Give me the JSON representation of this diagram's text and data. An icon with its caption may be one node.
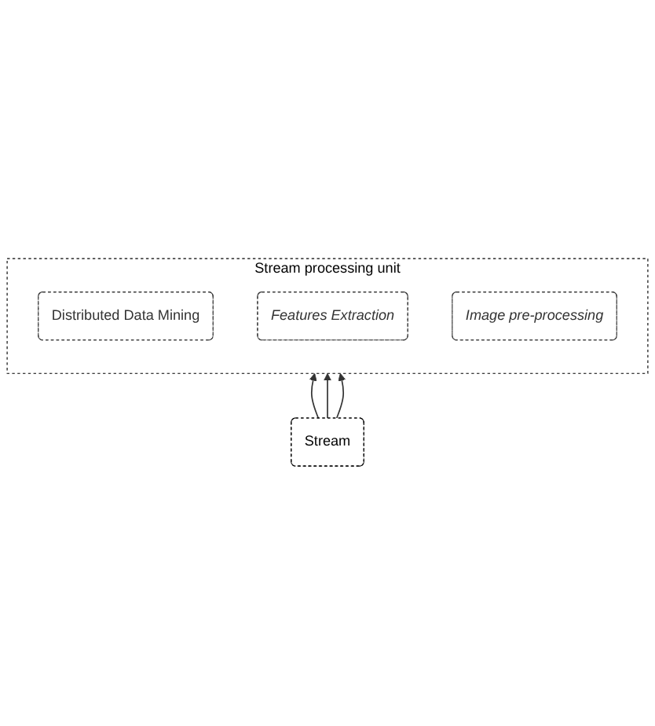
{
  "diagram": {
    "nodes": [
      {
        "text": [
          "Stream processing unit"
        ]
      },
      {
        "text": [
          "Distributed Data Mining"
        ],
        "in": 0
      },
      {
        "text": [
          "Features Extraction"
        ],
        "in": 0
      },
      {
        "text": [
          "Image pre-processing"
        ],
        "in": 0
      },
      {
        "text": [
          "Stream"
        ]
      }
    ],
    "edges": [
      {
        "from": 4,
        "to": 0,
        "arrow": "to"
      },
      {
        "from": 4,
        "to": 0,
        "arrow": "to"
      },
      {
        "from": 4,
        "to": 0,
        "arrow": "to"
      }
    ]
  }
}
